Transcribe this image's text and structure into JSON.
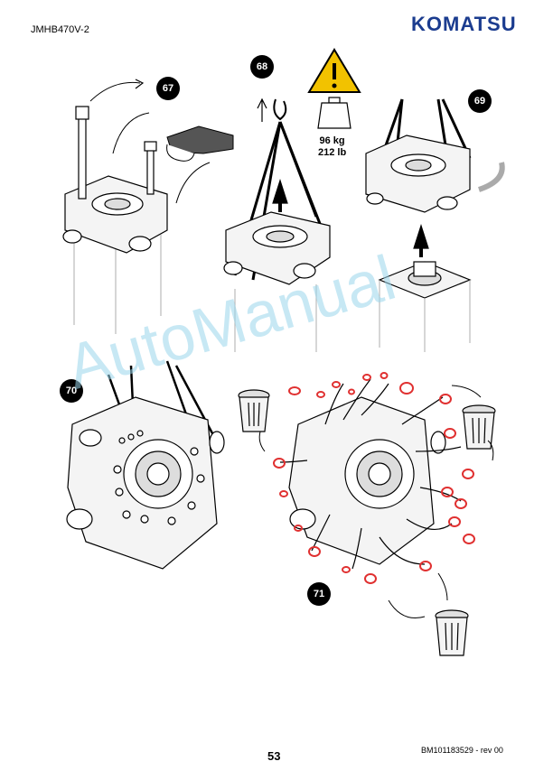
{
  "header": {
    "doc_code": "JMHB470V-2",
    "brand": "KOMATSU"
  },
  "steps": [
    "67",
    "68",
    "69",
    "70",
    "71"
  ],
  "weight": {
    "kg": "96 kg",
    "lb": "212 lb"
  },
  "watermark": "AutoManual",
  "footer": {
    "page": "53",
    "reference": "BM101183529 - rev 00"
  },
  "colors": {
    "brand": "#1b3c8f",
    "oring": "#e03030",
    "warning": "#f2c200",
    "watermark": "#9ad6ec"
  },
  "icons": [
    "warning-triangle-icon",
    "lifting-hook-icon",
    "weight-icon",
    "trash-bin-icon",
    "glove-icon"
  ]
}
